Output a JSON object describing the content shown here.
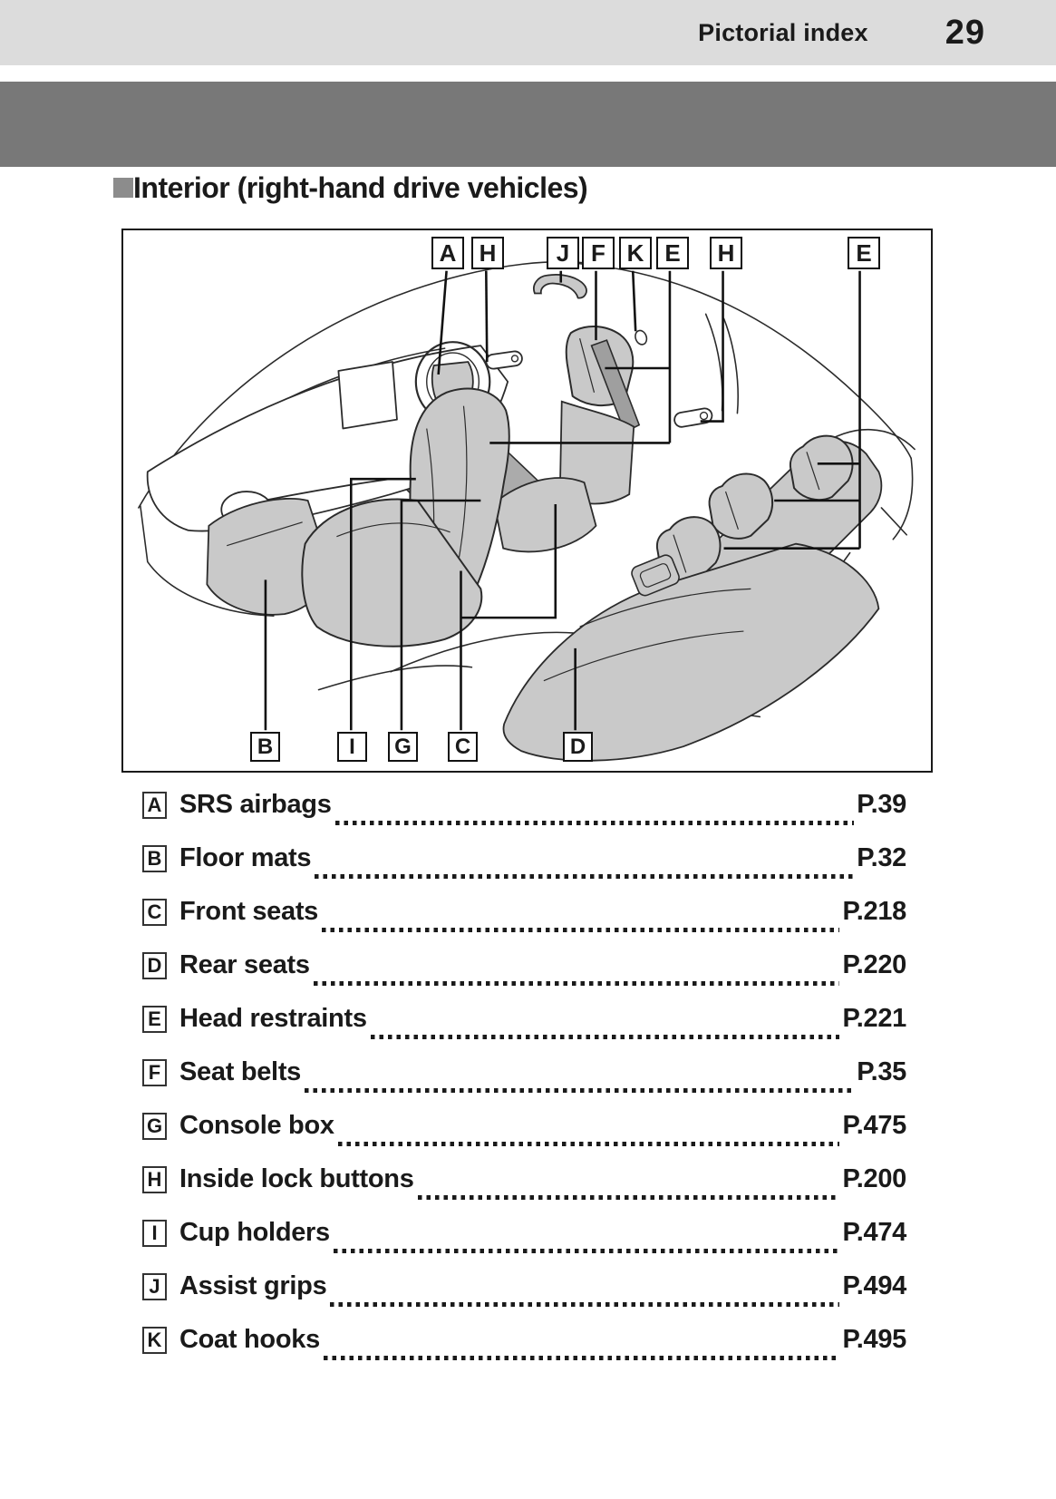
{
  "header": {
    "label": "Pictorial index",
    "page_number": "29"
  },
  "section_title": "Interior (right-hand drive vehicles)",
  "diagram": {
    "top_labels": [
      "A",
      "H",
      "J",
      "F",
      "K",
      "E",
      "H",
      "E"
    ],
    "bottom_labels": [
      "B",
      "I",
      "G",
      "C",
      "D"
    ]
  },
  "index_items": [
    {
      "letter": "A",
      "label": "SRS airbags",
      "page": "P.39"
    },
    {
      "letter": "B",
      "label": "Floor mats",
      "page": "P.32"
    },
    {
      "letter": "C",
      "label": "Front seats",
      "page": "P.218"
    },
    {
      "letter": "D",
      "label": "Rear seats",
      "page": "P.220"
    },
    {
      "letter": "E",
      "label": "Head restraints",
      "page": "P.221"
    },
    {
      "letter": "F",
      "label": "Seat belts",
      "page": "P.35"
    },
    {
      "letter": "G",
      "label": "Console box",
      "page": "P.475"
    },
    {
      "letter": "H",
      "label": "Inside lock buttons",
      "page": "P.200"
    },
    {
      "letter": "I",
      "label": "Cup holders",
      "page": "P.474"
    },
    {
      "letter": "J",
      "label": "Assist grips",
      "page": "P.494"
    },
    {
      "letter": "K",
      "label": "Coat hooks",
      "page": "P.495"
    }
  ],
  "colors": {
    "header_bg": "#dcdcdc",
    "chapter_band": "#787878",
    "title_square": "#8c8c8c",
    "seat_fill": "#c9c9c9",
    "console_fill": "#ababab",
    "line": "#2b2b2b",
    "text": "#1a1a1a"
  }
}
